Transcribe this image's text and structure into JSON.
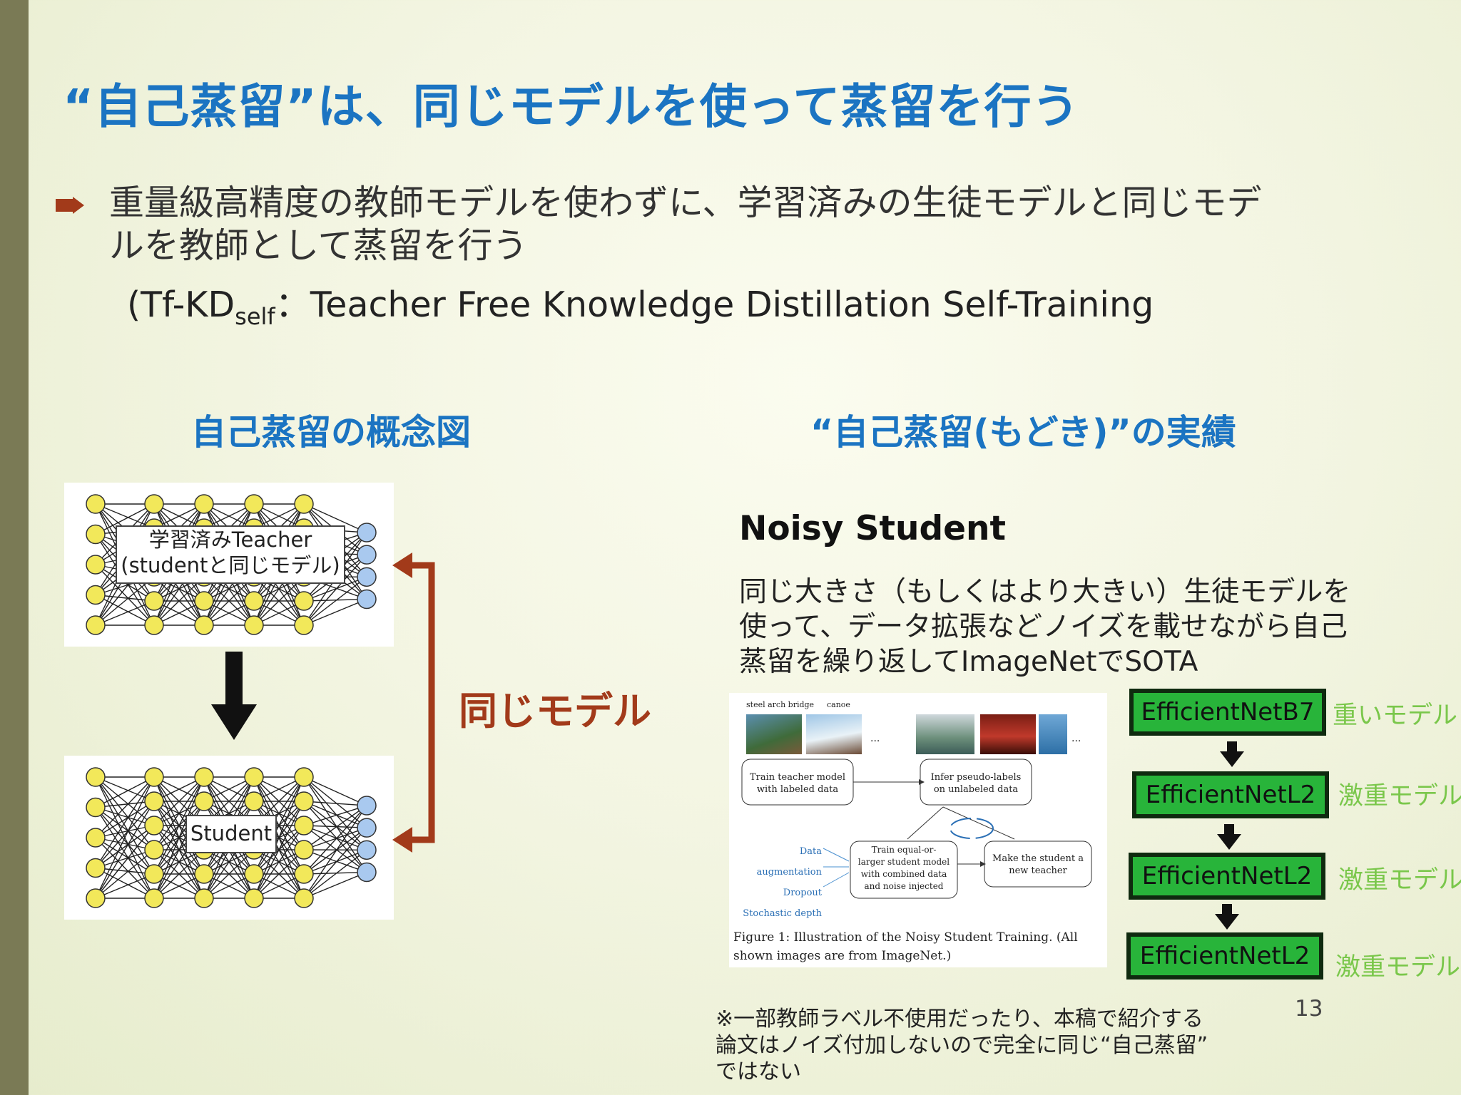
{
  "title": "“自己蒸留”は、同じモデルを使って蒸留を行う",
  "bullet": {
    "line1": "重量級高精度の教師モデルを使わずに、学習済みの生徒モデルと同じモデ",
    "line2": "ルを教師として蒸留を行う",
    "sub_prefix": "(Tf-KD",
    "sub_sub": "self",
    "sub_suffix": "：Teacher Free Knowledge Distillation Self-Training"
  },
  "left_heading": "自己蒸留の概念図",
  "right_heading": "“自己蒸留(もどき)”の実績",
  "teacher_label_1": "学習済みTeacher",
  "teacher_label_2": "(studentと同じモデル)",
  "student_label": "Student",
  "same_model": "同じモデル",
  "noisy_student": {
    "title": "Noisy Student",
    "desc1": "同じ大きさ（もしくはより大きい）生徒モデルを",
    "desc2": "使って、データ拡張などノイズを載せながら自己",
    "desc3": "蒸留を繰り返してImageNetでSOTA"
  },
  "figure": {
    "img_label_1": "steel arch bridge",
    "img_label_2": "canoe",
    "dots": "...",
    "box_train_teacher": [
      "Train teacher model",
      "with labeled data"
    ],
    "box_infer": [
      "Infer pseudo-labels",
      "on unlabeled data"
    ],
    "box_train_student": [
      "Train equal-or-",
      "larger student model",
      "with combined data",
      "and noise injected"
    ],
    "box_make_teacher": [
      "Make the student a",
      "new teacher"
    ],
    "noise_items": [
      "Data augmentation",
      "Dropout",
      "Stochastic depth"
    ],
    "caption1": "Figure 1:  Illustration of the Noisy Student Training.  (All",
    "caption2": "shown images are from ImageNet.)"
  },
  "models": [
    {
      "name": "EfficientNetB7",
      "tag": "重いモデル"
    },
    {
      "name": "EfficientNetL2",
      "tag": "激重モデル"
    },
    {
      "name": "EfficientNetL2",
      "tag": "激重モデル"
    },
    {
      "name": "EfficientNetL2",
      "tag": "激重モデル"
    }
  ],
  "note": {
    "line1": "※一部教師ラベル不使用だったり、本稿で紹介する",
    "line2": "論文はノイズ付加しないので完全に同じ“自己蒸留”",
    "line3": "ではない"
  },
  "page_number": "13",
  "colors": {
    "title_blue": "#1b74c2",
    "accent_red": "#a23a1a",
    "model_green": "#28b43a",
    "tag_green": "#7ac74b"
  }
}
